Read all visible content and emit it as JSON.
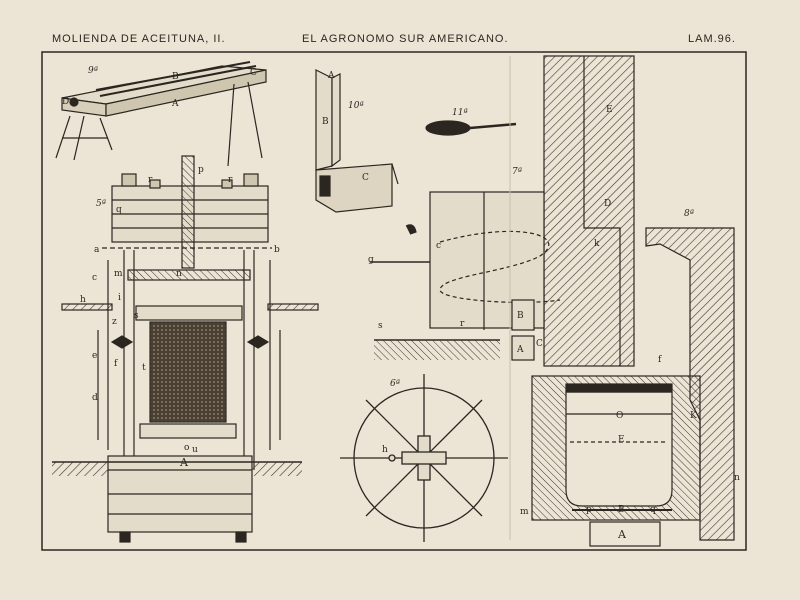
{
  "header": {
    "left": "MOLIENDA DE ACEITUNA, II.",
    "center": "EL AGRONOMO SUR AMERICANO.",
    "right": "LAM.96."
  },
  "figures": {
    "fig9": {
      "number": "9ª",
      "labels": {
        "a": "A",
        "b": "B",
        "c": "C",
        "d": "D"
      }
    },
    "fig10": {
      "number": "10ª",
      "labels": {
        "a": "A",
        "b": "B",
        "c": "C"
      }
    },
    "fig11": {
      "number": "11ª"
    },
    "fig5": {
      "number": "5ª",
      "labels": {
        "p": "p",
        "r": "r",
        "r2": "r",
        "q": "q",
        "a": "a",
        "b": "b",
        "c": "c",
        "m": "m",
        "n": "n",
        "h": "h",
        "i": "i",
        "s": "s",
        "z": "z",
        "e": "e",
        "f": "f",
        "t": "t",
        "d": "d",
        "o": "o",
        "u": "u",
        "A": "A"
      }
    },
    "fig6": {
      "number": "6ª",
      "labels": {
        "h": "h"
      }
    },
    "fig7": {
      "number": "7ª",
      "labels": {
        "E": "E",
        "D": "D",
        "k": "k",
        "c": "c",
        "g": "g",
        "s": "s",
        "r": "r",
        "B": "B",
        "A": "A",
        "C": "C"
      }
    },
    "fig8": {
      "number": "8ª",
      "labels": {
        "f": "f",
        "K": "K",
        "O": "O",
        "E": "E",
        "m": "m",
        "p": "p",
        "B": "B",
        "q": "q",
        "A": "A",
        "n": "n"
      }
    }
  }
}
